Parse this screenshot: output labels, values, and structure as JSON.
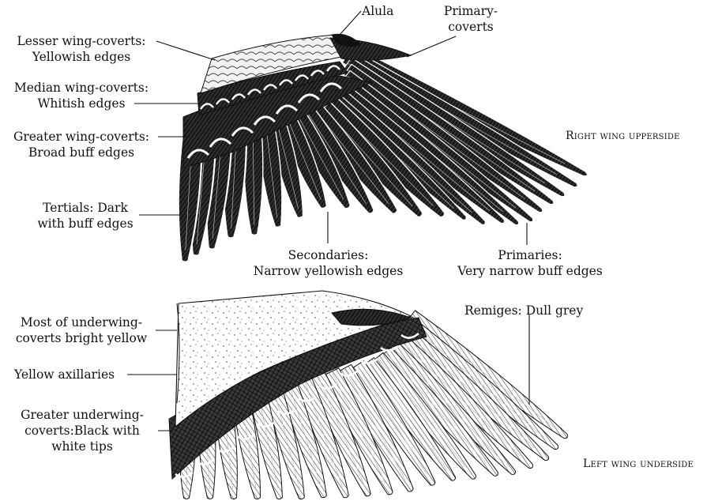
{
  "upperside": {
    "heading": "Right wing upperside",
    "labels": {
      "alula": "Alula",
      "primary_coverts": [
        "Primary-",
        "coverts"
      ],
      "lesser_coverts": [
        "Lesser wing-coverts:",
        "Yellowish edges"
      ],
      "median_coverts": [
        "Median wing-coverts:",
        "Whitish edges"
      ],
      "greater_coverts": [
        "Greater wing-coverts:",
        "Broad buff edges"
      ],
      "tertials": [
        "Tertials: Dark",
        "with buff edges"
      ],
      "secondaries": [
        "Secondaries:",
        "Narrow yellowish edges"
      ],
      "primaries": [
        "Primaries:",
        "Very narrow buff edges"
      ]
    }
  },
  "underside": {
    "heading": "Left wing underside",
    "labels": {
      "underwing_coverts": [
        "Most of underwing-",
        "coverts bright yellow"
      ],
      "axillaries": "Yellow axillaries",
      "greater_underwing_coverts": [
        "Greater underwing-",
        "coverts:Black with",
        "white tips"
      ],
      "remiges": "Remiges: Dull grey"
    }
  }
}
